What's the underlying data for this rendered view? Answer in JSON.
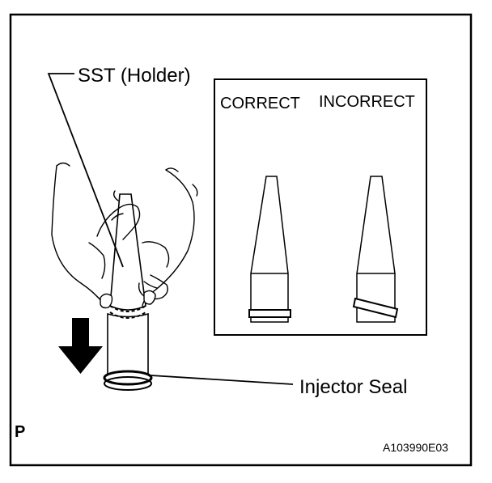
{
  "labels": {
    "sst_holder": "SST (Holder)",
    "injector_seal": "Injector Seal",
    "correct": "CORRECT",
    "incorrect": "INCORRECT",
    "corner_code": "P",
    "figure_id": "A103990E03"
  },
  "icons": {
    "press_direction": "down-arrow-icon",
    "hand": "hand-illustration"
  },
  "colors": {
    "line": "#000000",
    "background": "#ffffff"
  }
}
